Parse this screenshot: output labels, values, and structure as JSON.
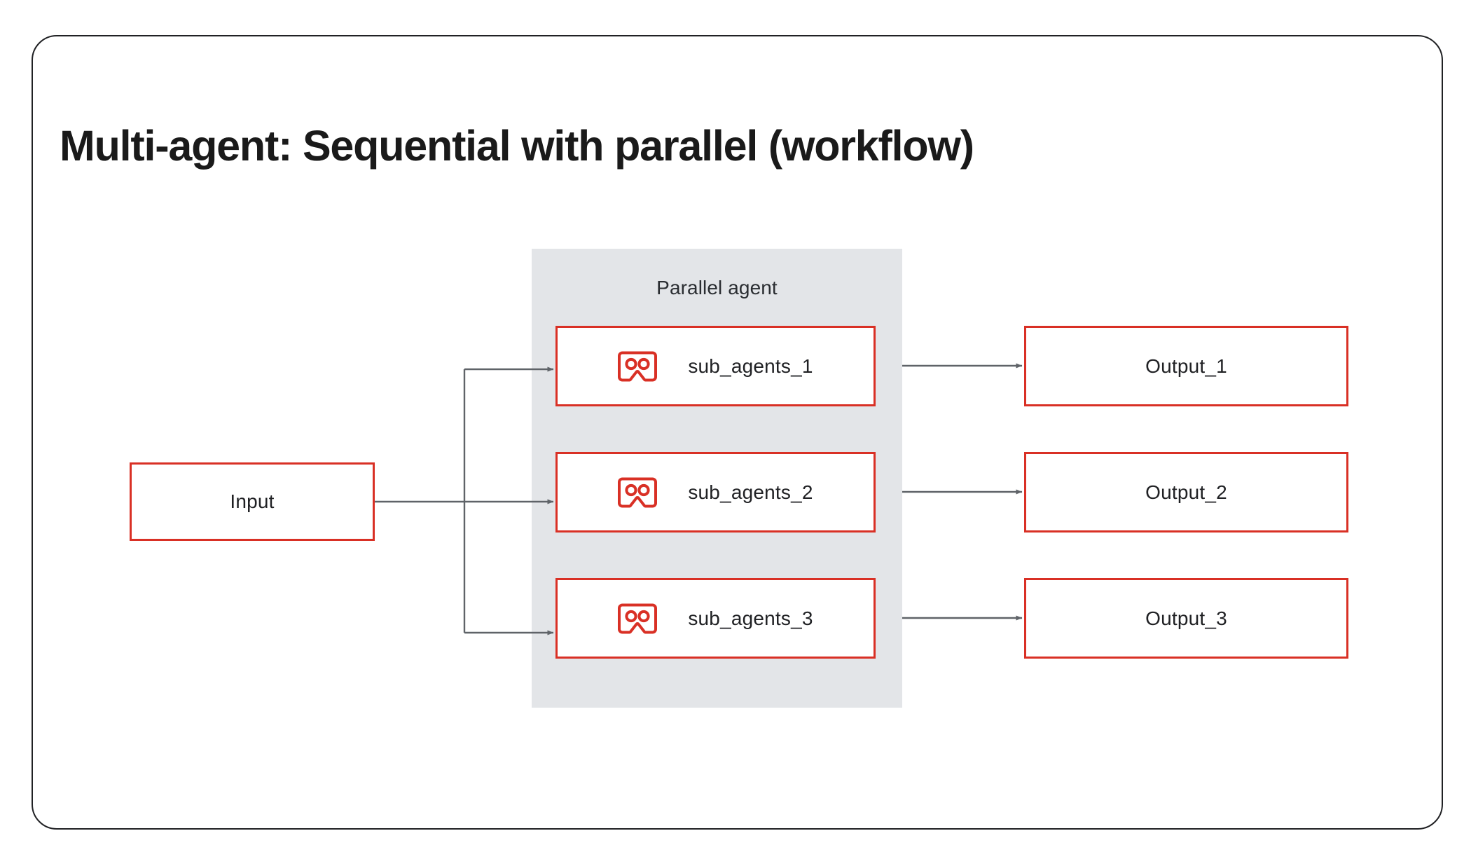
{
  "card": {
    "border_color": "#202124",
    "background": "#ffffff"
  },
  "title": "Multi-agent: Sequential with parallel (workflow)",
  "colors": {
    "accent_red": "#d93025",
    "container_gray": "#e3e5e8",
    "connector_gray": "#5f6368",
    "text": "#202124"
  },
  "input_node": {
    "label": "Input"
  },
  "parallel_container": {
    "label": "Parallel agent"
  },
  "sub_agents": [
    {
      "label": "sub_agents_1",
      "icon": "vr-goggles-agent-icon"
    },
    {
      "label": "sub_agents_2",
      "icon": "vr-goggles-agent-icon"
    },
    {
      "label": "sub_agents_3",
      "icon": "vr-goggles-agent-icon"
    }
  ],
  "outputs": [
    {
      "label": "Output_1"
    },
    {
      "label": "Output_2"
    },
    {
      "label": "Output_3"
    }
  ],
  "diagram_flow": {
    "type": "workflow",
    "edges": [
      {
        "from": "Input",
        "to": "sub_agents_1"
      },
      {
        "from": "Input",
        "to": "sub_agents_2"
      },
      {
        "from": "Input",
        "to": "sub_agents_3"
      },
      {
        "from": "sub_agents_1",
        "to": "Output_1"
      },
      {
        "from": "sub_agents_2",
        "to": "Output_2"
      },
      {
        "from": "sub_agents_3",
        "to": "Output_3"
      }
    ]
  }
}
